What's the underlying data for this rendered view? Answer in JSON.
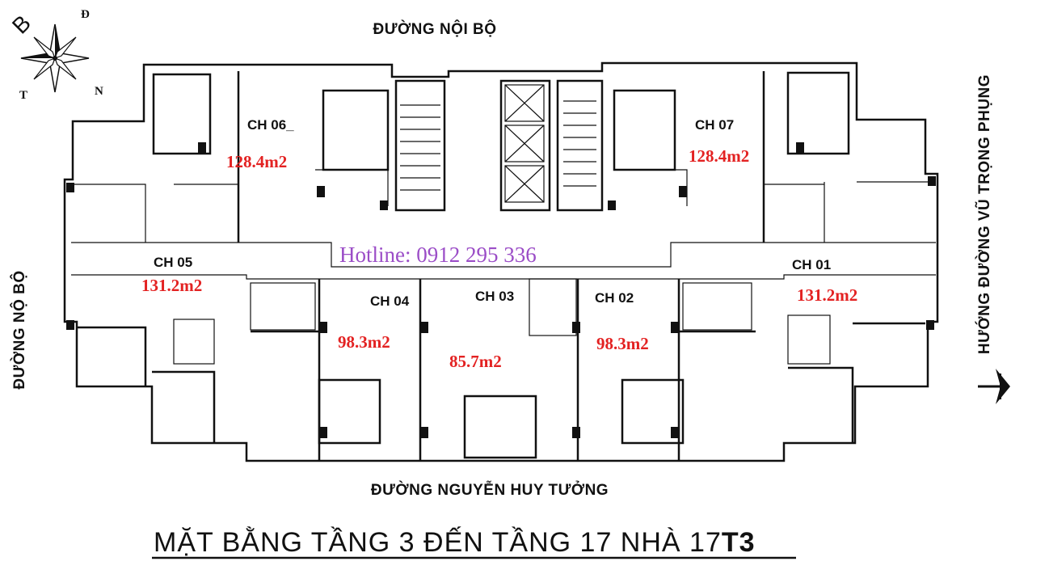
{
  "compass": {
    "north": "B",
    "east": "Đ",
    "south": "N",
    "west": "T"
  },
  "streets": {
    "top": "ĐƯỜNG NỘI BỘ",
    "left": "ĐƯỜNG NỘ BỘ",
    "bottom": "ĐƯỜNG NGUYỄN HUY TƯỞNG",
    "right": "HƯỚNG ĐƯỜNG VŨ TRỌNG PHỤNG"
  },
  "hotline": "Hotline: 0912 295 336",
  "units": [
    {
      "name": "CH 06_",
      "area": "128.4m2"
    },
    {
      "name": "CH 07",
      "area": "128.4m2"
    },
    {
      "name": "CH 05",
      "area": "131.2m2"
    },
    {
      "name": "CH 04",
      "area": "98.3m2"
    },
    {
      "name": "CH 03",
      "area": "85.7m2"
    },
    {
      "name": "CH 02",
      "area": "98.3m2"
    },
    {
      "name": "CH 01",
      "area": "131.2m2"
    }
  ],
  "title": {
    "main": "MẶT BẰNG TẦNG 3 ĐẾN TẦNG 17 NHÀ 17",
    "bold": "T3"
  }
}
